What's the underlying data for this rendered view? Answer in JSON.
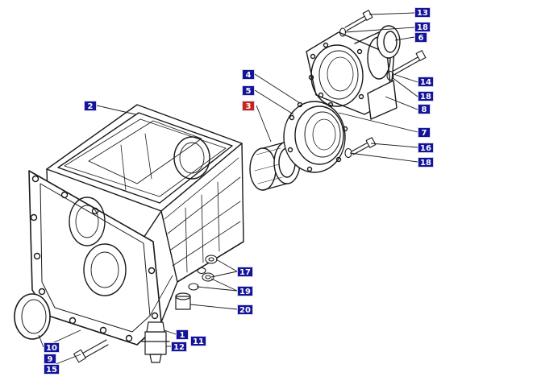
{
  "diagram": {
    "callouts": [
      {
        "id": "c13",
        "label": "13",
        "color": "blue"
      },
      {
        "id": "c18a",
        "label": "18",
        "color": "blue"
      },
      {
        "id": "c6",
        "label": "6",
        "color": "blue"
      },
      {
        "id": "c14",
        "label": "14",
        "color": "blue"
      },
      {
        "id": "c18b",
        "label": "18",
        "color": "blue"
      },
      {
        "id": "c8",
        "label": "8",
        "color": "blue"
      },
      {
        "id": "c4",
        "label": "4",
        "color": "blue"
      },
      {
        "id": "c5",
        "label": "5",
        "color": "blue"
      },
      {
        "id": "c3",
        "label": "3",
        "color": "red"
      },
      {
        "id": "c2",
        "label": "2",
        "color": "blue"
      },
      {
        "id": "c7",
        "label": "7",
        "color": "blue"
      },
      {
        "id": "c16",
        "label": "16",
        "color": "blue"
      },
      {
        "id": "c18c",
        "label": "18",
        "color": "blue"
      },
      {
        "id": "c17",
        "label": "17",
        "color": "blue"
      },
      {
        "id": "c19",
        "label": "19",
        "color": "blue"
      },
      {
        "id": "c20",
        "label": "20",
        "color": "blue"
      },
      {
        "id": "c1",
        "label": "1",
        "color": "blue"
      },
      {
        "id": "c11",
        "label": "11",
        "color": "blue"
      },
      {
        "id": "c12",
        "label": "12",
        "color": "blue"
      },
      {
        "id": "c10",
        "label": "10",
        "color": "blue"
      },
      {
        "id": "c9",
        "label": "9",
        "color": "blue"
      },
      {
        "id": "c15",
        "label": "15",
        "color": "blue"
      }
    ],
    "colors": {
      "callout_blue": "#14149a",
      "callout_red": "#c8261c",
      "ink": "#1a1a1a"
    }
  }
}
